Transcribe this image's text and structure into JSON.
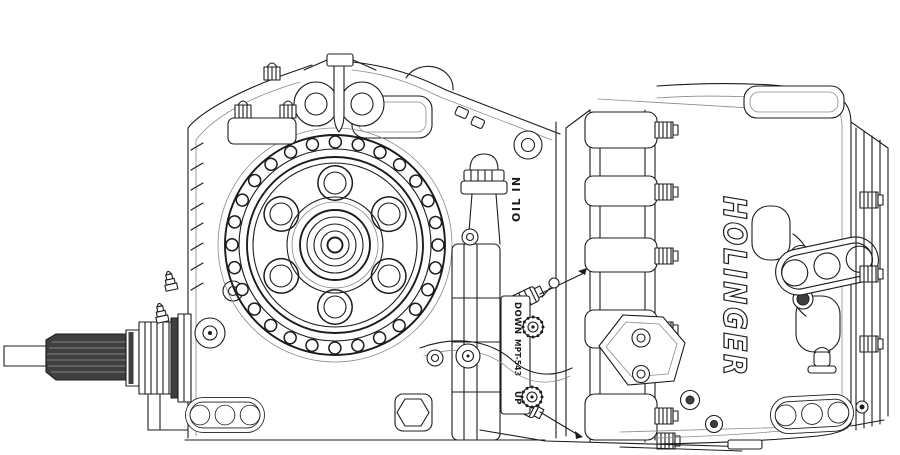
{
  "drawing": {
    "brand_logo": "HOLINGER",
    "labels": {
      "oil_port": "OIL IN",
      "selector_down": "DOWN",
      "selector_part_number": "MPT-543",
      "selector_up": "UP"
    },
    "colors": {
      "background": "#ffffff",
      "line": "#1c1c1c",
      "hidden_line": "#8a8a8a",
      "shaft_fill": "#3f3f3f",
      "logo_fill": "#ffffff"
    }
  }
}
